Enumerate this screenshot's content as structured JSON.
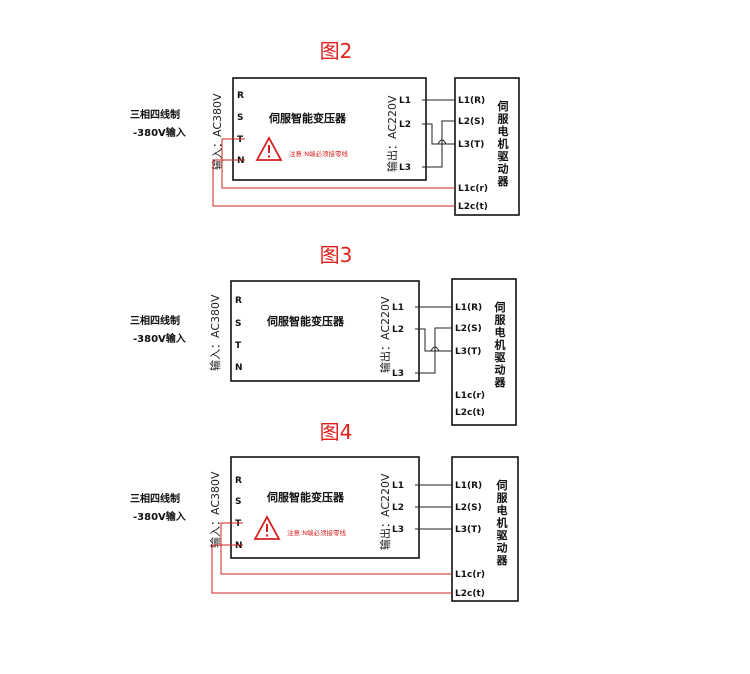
{
  "input_side_label_line1": "三相四线制",
  "input_side_label_line2": "-380V输入",
  "transformer_name": "伺服智能变压器",
  "input_voltage_label": "输入：AC380V",
  "output_voltage_label": "输出：AC220V",
  "warning_text": "注意:N端必须接零线",
  "driver_name_chars": [
    "伺",
    "服",
    "电",
    "机",
    "驱",
    "动",
    "器"
  ],
  "input_terminals": [
    "R",
    "S",
    "T",
    "N"
  ],
  "output_terminals": [
    "L1",
    "L2",
    "L3"
  ],
  "driver_terminals": [
    "L1(R)",
    "L2(S)",
    "L3(T)",
    "L1c(r)",
    "L2c(t)"
  ],
  "figures": [
    {
      "title": "图2",
      "wiring": "L2-L3 crossed, T and N to control"
    },
    {
      "title": "图3",
      "wiring": "L2-L3 crossed, no control wiring"
    },
    {
      "title": "图4",
      "wiring": "straight, T and N to control"
    }
  ],
  "colors": {
    "title": "#e0201c",
    "warning": "#d42020",
    "control_wire": "#cc2020",
    "line": "#111111"
  }
}
